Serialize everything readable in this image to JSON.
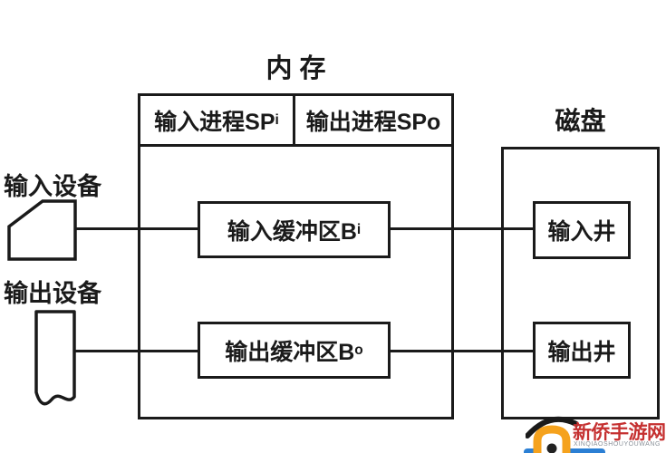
{
  "colors": {
    "line": "#1a1a1a",
    "background": "#ffffff"
  },
  "memory": {
    "title": "内 存",
    "processes": [
      {
        "text": "输入进程SP",
        "sub": "i"
      },
      {
        "text": "输出进程SPo",
        "sub": ""
      }
    ],
    "buffers": [
      {
        "text": "输入缓冲区B",
        "sub": "i"
      },
      {
        "text": "输出缓冲区B",
        "sub": "o"
      }
    ]
  },
  "disk": {
    "title": "磁盘",
    "wells": [
      {
        "text": "输入井"
      },
      {
        "text": "输出井"
      }
    ]
  },
  "devices": {
    "input_label": "输入设备",
    "output_label": "输出设备"
  },
  "watermark": {
    "site_name": "新侨手游网",
    "site_pinyin": "XINQIAOSHOUYOUWANG",
    "name_color": "#c53030",
    "logo_orange": "#f5a21d",
    "bar_blue": "#2b7fd4"
  }
}
